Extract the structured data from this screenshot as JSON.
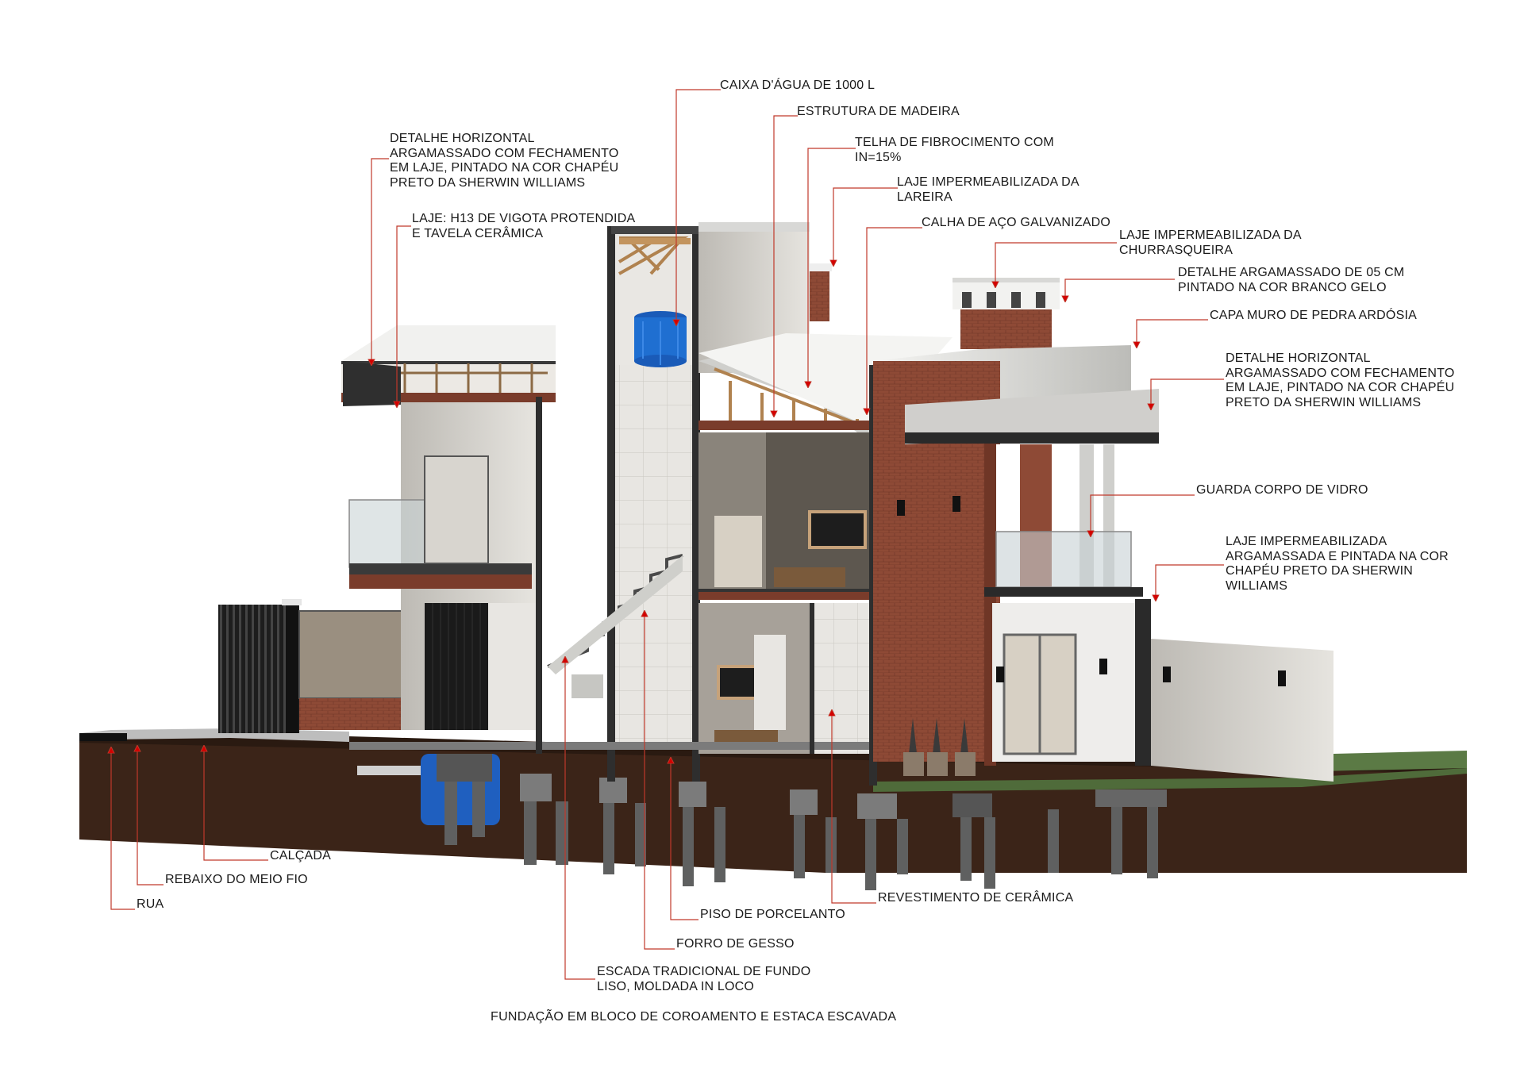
{
  "annotations": {
    "caixa_dagua": "CAIXA D'ÁGUA DE 1000 L",
    "estrutura_madeira": "ESTRUTURA DE MADEIRA",
    "telha": "TELHA DE FIBROCIMENTO COM\nIN=15%",
    "laje_lareira": "LAJE IMPERMEABILIZADA DA\nLAREIRA",
    "calha": "CALHA DE AÇO GALVANIZADO",
    "laje_churrasqueira": "LAJE IMPERMEABILIZADA DA\nCHURRASQUEIRA",
    "detalhe_05cm": "DETALHE ARGAMASSADO DE 05 CM\nPINTADO NA COR BRANCO GELO",
    "capa_muro": "CAPA MURO DE PEDRA ARDÓSIA",
    "detalhe_horizontal_right": "DETALHE HORIZONTAL\nARGAMASSADO COM FECHAMENTO\nEM LAJE, PINTADO NA COR CHAPÉU\nPRETO DA SHERWIN WILLIAMS",
    "guarda_corpo": "GUARDA CORPO DE VIDRO",
    "laje_impermeabilizada": "LAJE IMPERMEABILIZADA\nARGAMASSADA E PINTADA NA COR\nCHAPÉU PRETO DA SHERWIN\nWILLIAMS",
    "detalhe_horizontal_left": "DETALHE HORIZONTAL\nARGAMASSADO COM FECHAMENTO\nEM LAJE, PINTADO NA COR CHAPÉU\nPRETO DA SHERWIN WILLIAMS",
    "laje_h13": "LAJE: H13 DE VIGOTA PROTENDIDA\nE TAVELA CERÂMICA",
    "calcada": "CALÇADA",
    "rebaixo": "REBAIXO DO MEIO FIO",
    "rua": "RUA",
    "piso": "PISO DE PORCELANTO",
    "revestimento": "REVESTIMENTO DE CERÂMICA",
    "forro": "FORRO DE GESSO",
    "escada": "ESCADA TRADICIONAL DE FUNDO\nLISO, MOLDADA IN LOCO"
  },
  "footer": {
    "fundacao": "FUNDAÇÃO EM BLOCO DE COROAMENTO E ESTACA ESCAVADA"
  },
  "colors": {
    "leader": "#c0392b",
    "arrow": "#d40000",
    "brick": "#8e4a36",
    "soil": "#3b2418",
    "concrete": "#d9d9d6",
    "dark": "#2b2b2b",
    "grass": "#4f6b3a",
    "tank": "#1f6fd1"
  }
}
